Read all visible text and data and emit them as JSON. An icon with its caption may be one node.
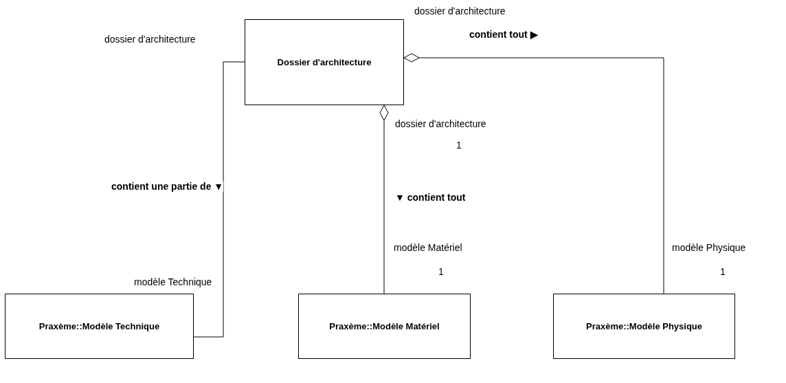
{
  "diagram": {
    "nodes": [
      {
        "text": [
          "Dossier d'architecture"
        ]
      },
      {
        "text": [
          "Praxème::Modèle Technique"
        ]
      },
      {
        "text": [
          "Praxème::Modèle Matériel"
        ]
      },
      {
        "text": [
          "Praxème::Modèle Physique"
        ]
      }
    ],
    "edges": [
      {
        "from": 0,
        "to": 1,
        "arrow": "none",
        "label": "contient une partie de ▼"
      },
      {
        "from": 0,
        "to": 2,
        "arrow": "other",
        "label": "▼ contient tout"
      },
      {
        "from": 0,
        "to": 3,
        "arrow": "other",
        "label": "contient tout ▶"
      }
    ],
    "labels": [
      "dossier d'architecture",
      "dossier d'architecture",
      "dossier d'architecture",
      "1",
      "modèle Matériel",
      "modèle Physique",
      "1",
      "1",
      "modèle Technique"
    ]
  }
}
